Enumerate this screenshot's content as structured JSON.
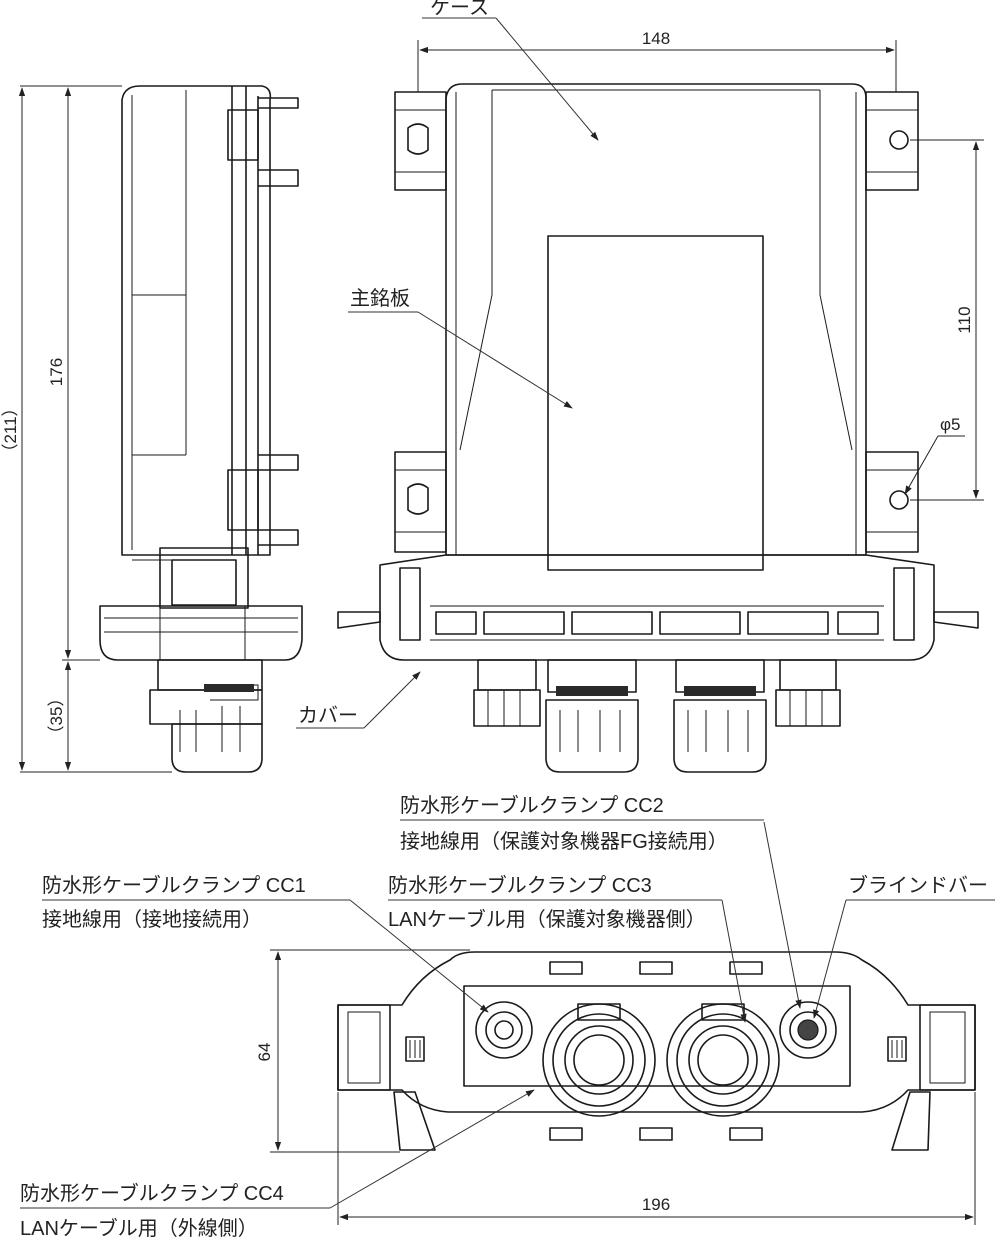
{
  "labels": {
    "case": "ケース",
    "nameplate": "主銘板",
    "cover": "カバー",
    "blind_bar": "ブラインドバー",
    "cc1_title": "防水形ケーブルクランプ CC1",
    "cc1_desc": "接地線用（接地接続用）",
    "cc2_title": "防水形ケーブルクランプ CC2",
    "cc2_desc": "接地線用（保護対象機器FG接続用）",
    "cc3_title": "防水形ケーブルクランプ CC3",
    "cc3_desc": "LANケーブル用（保護対象機器側）",
    "cc4_title": "防水形ケーブルクランプ CC4",
    "cc4_desc": "LANケーブル用（外線側）"
  },
  "dimensions": {
    "top_width": "148",
    "hole_pitch": "110",
    "hole_dia": "φ5",
    "total_height": "（211）",
    "body_height": "176",
    "gland_height": "（35）",
    "depth": "64",
    "overall_width": "196"
  }
}
